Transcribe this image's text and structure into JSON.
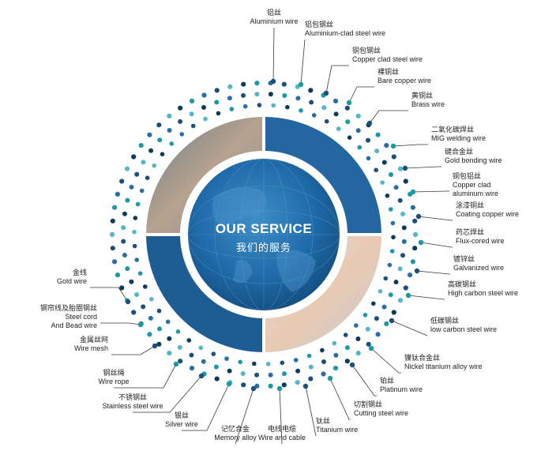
{
  "hub": {
    "title": "OUR SERVICE",
    "subtitle": "我们的服务"
  },
  "colors": {
    "navy": "#1d4f7a",
    "blue": "#2b6da6",
    "teal": "#1a9aa3",
    "light": "#54b6c6",
    "dark": "#0f3b5a"
  },
  "items": [
    {
      "zh": "铝丝",
      "en": "Aluminium wire"
    },
    {
      "zh": "铝包钢丝",
      "en": "Aluminium-clad steel wire"
    },
    {
      "zh": "铜包钢丝",
      "en": "Copper clad steel wire"
    },
    {
      "zh": "裸铜丝",
      "en": "Bare copper wire"
    },
    {
      "zh": "黄铜丝",
      "en": "Brass wire"
    },
    {
      "zh": "二氧化碳焊丝",
      "en": "MIG welding wire"
    },
    {
      "zh": "键合金丝",
      "en": "Gold bonding wire"
    },
    {
      "zh": "铜包铝丝",
      "en": "Copper clad\naluminum wire"
    },
    {
      "zh": "涂漆铜丝",
      "en": "Coating copper wire"
    },
    {
      "zh": "药芯焊丝",
      "en": "Flux-cored wire"
    },
    {
      "zh": "镀锌丝",
      "en": "Galvanized wire"
    },
    {
      "zh": "高碳钢丝",
      "en": "High carbon steel wire"
    },
    {
      "zh": "低碳钢丝",
      "en": "low carbon steel wire"
    },
    {
      "zh": "镍钛合金丝",
      "en": "Nickel titanium alloy wire"
    },
    {
      "zh": "铂丝",
      "en": "Platinum wire"
    },
    {
      "zh": "切割钢丝",
      "en": "Cutting steel wire"
    },
    {
      "zh": "钛丝",
      "en": "Titanium wire"
    },
    {
      "zh": "电线电缆",
      "en": "Wire and cable"
    },
    {
      "zh": "记忆合金",
      "en": "Memory alloy"
    },
    {
      "zh": "银丝",
      "en": "Silver wire"
    },
    {
      "zh": "不锈钢丝",
      "en": "Stainless steel wire"
    },
    {
      "zh": "钢丝绳",
      "en": "Wire rope"
    },
    {
      "zh": "金属丝网",
      "en": "Wire mesh"
    },
    {
      "zh": "钢帘线及胎圈钢丝",
      "en": "Steel cord\nAnd Bead wire"
    },
    {
      "zh": "金线",
      "en": "Gold wire"
    }
  ]
}
